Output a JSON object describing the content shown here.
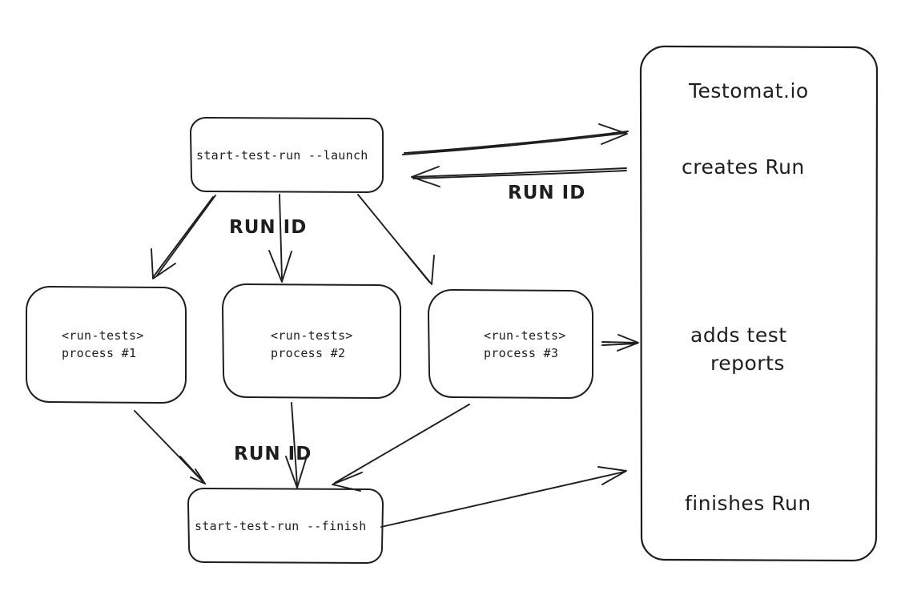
{
  "diagram": {
    "title": "Testomat.io parallel test run flow",
    "background": "#ffffff",
    "stroke_color": "#1e1e1e"
  },
  "nodes": {
    "launch": {
      "label": "start-test-run --launch"
    },
    "process1": {
      "line1": "<run-tests>",
      "line2": "process #1"
    },
    "process2": {
      "line1": "<run-tests>",
      "line2": "process #2"
    },
    "process3": {
      "line1": "<run-tests>",
      "line2": "process #3"
    },
    "finish": {
      "label": "start-test-run --finish"
    }
  },
  "panel": {
    "title": "Testomat.io",
    "step_creates": "creates Run",
    "step_reports_line1": "adds test",
    "step_reports_line2": "reports",
    "step_finishes": "finishes Run"
  },
  "edge_labels": {
    "fanout_run_id": "RUN ID",
    "return_run_id": "RUN ID",
    "fanin_run_id": "RUN ID"
  }
}
